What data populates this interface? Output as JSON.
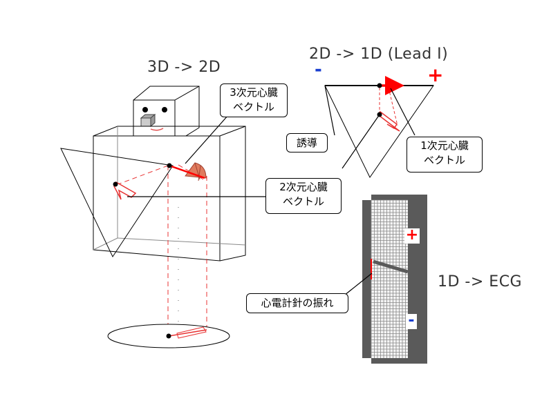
{
  "headings": {
    "h3d_to_2d": "3D -> 2D",
    "h2d_to_1d": "2D -> 1D (Lead I)",
    "h1d_to_ecg": "1D -> ECG"
  },
  "callouts": {
    "vector_3d": [
      "3次元心臓",
      "ベクトル"
    ],
    "lead": [
      "誘導"
    ],
    "vector_2d": [
      "2次元心臓",
      "ベクトル"
    ],
    "vector_1d": [
      "1次元心臓",
      "ベクトル"
    ],
    "needle": [
      "心電計針の振れ"
    ]
  },
  "signs": {
    "lead_minus": "-",
    "lead_plus": "+",
    "ecg_plus": "+",
    "ecg_minus": "-"
  },
  "colors": {
    "vector_red": "#ff0000",
    "dash_red": "#e83030",
    "minus_blue": "#1a3fd0",
    "ecg_panel": "#5a5a5a",
    "grid_line": "#dcdcdc",
    "heart_fan": "#e07b5e"
  }
}
